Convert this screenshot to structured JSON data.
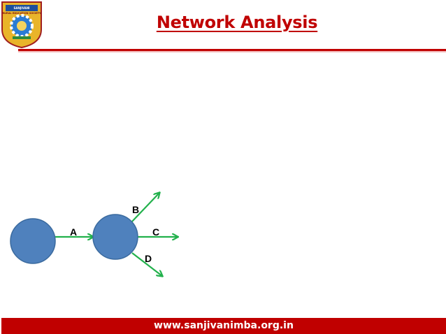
{
  "slide": {
    "title": "Network Analysis",
    "footer": "www.sanjivanimba.org.in"
  },
  "logo": {
    "lines": [
      "SANJIVANI",
      "RURAL EDUCATION SOCIETY"
    ]
  },
  "diagram": {
    "node_color": "#4f81bd",
    "arrow_color": "#22b14c",
    "activities": [
      "A",
      "B",
      "C",
      "D"
    ]
  },
  "colors": {
    "accent": "#c00000",
    "rule_dark": "#c00000",
    "rule_light": "#f2b8b8"
  }
}
